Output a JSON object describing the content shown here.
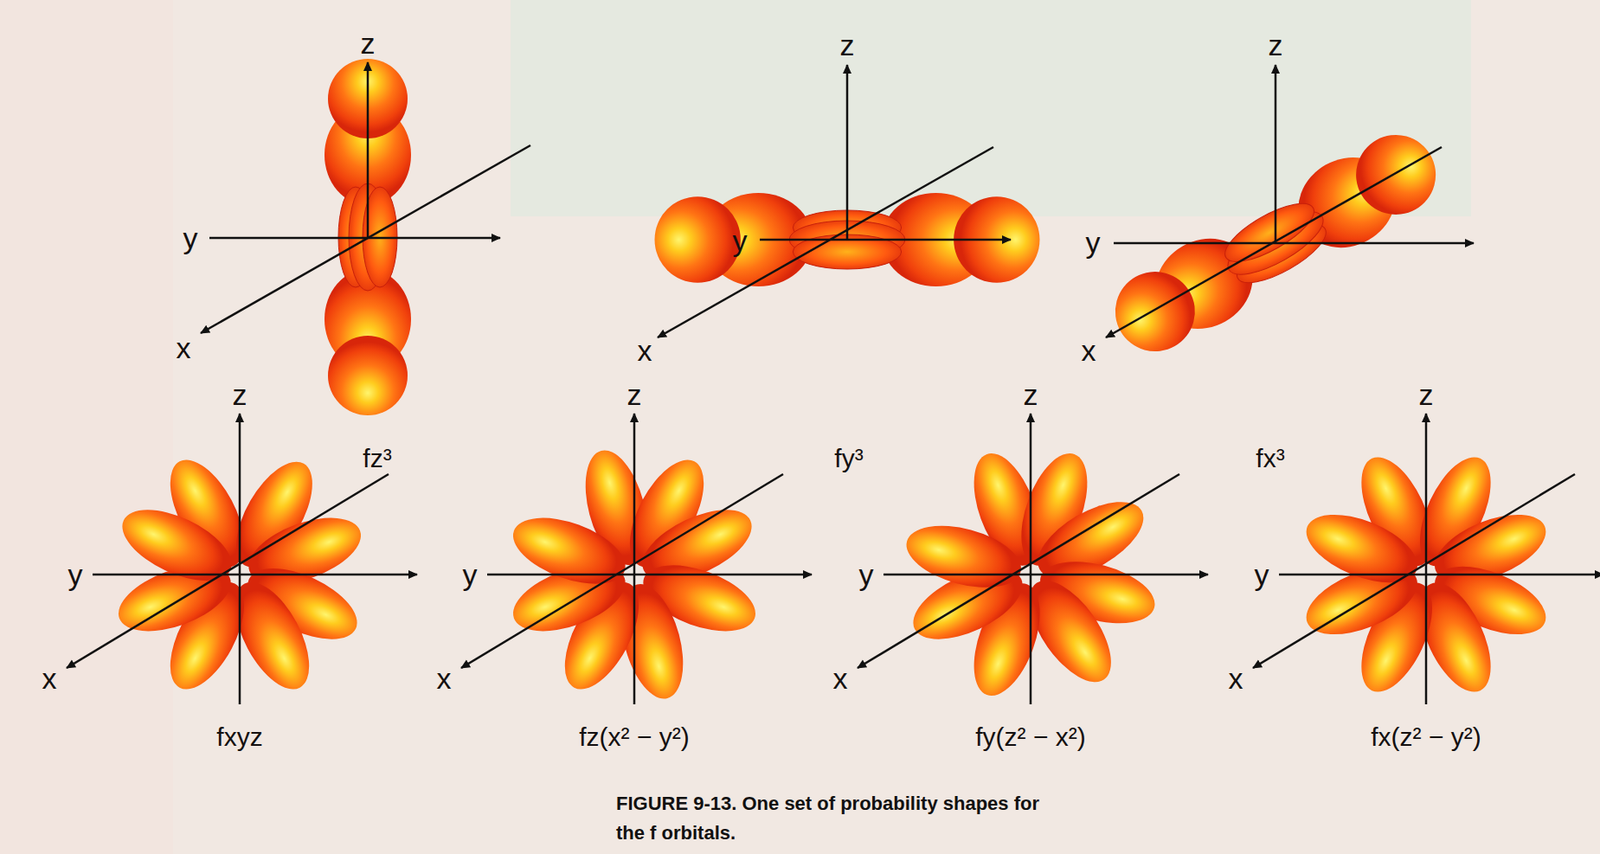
{
  "diagram": {
    "caption": "FIGURE 9-13. One set of probability shapes for the f orbitals.",
    "labels": [
      "z",
      "y",
      "x",
      "fz³",
      "z",
      "y",
      "x",
      "fy³",
      "z",
      "y",
      "x",
      "fx³",
      "z",
      "y",
      "x",
      "fxyz",
      "z",
      "y",
      "x",
      "fz(x² − y²)",
      "z",
      "y",
      "x",
      "fy(z² − x²)",
      "z",
      "y",
      "x",
      "fx(z² − y²)"
    ]
  }
}
